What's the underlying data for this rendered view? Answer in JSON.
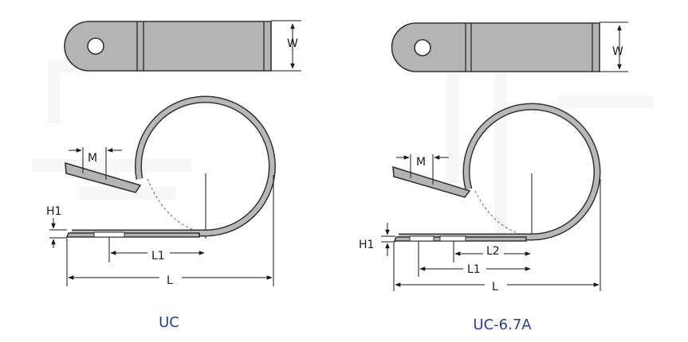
{
  "colors": {
    "caption": "#2b3aa8",
    "metal": "#b4b4b4",
    "outline": "#333333"
  },
  "left_clip": {
    "caption": "UC",
    "labels": {
      "width": "W",
      "m": "M",
      "h1": "H1",
      "l1": "L1",
      "l": "L"
    }
  },
  "right_clip": {
    "caption": "UC-6.7A",
    "labels": {
      "width": "W",
      "m": "M",
      "h1": "H1",
      "l2": "L2",
      "l1": "L1",
      "l": "L"
    }
  }
}
